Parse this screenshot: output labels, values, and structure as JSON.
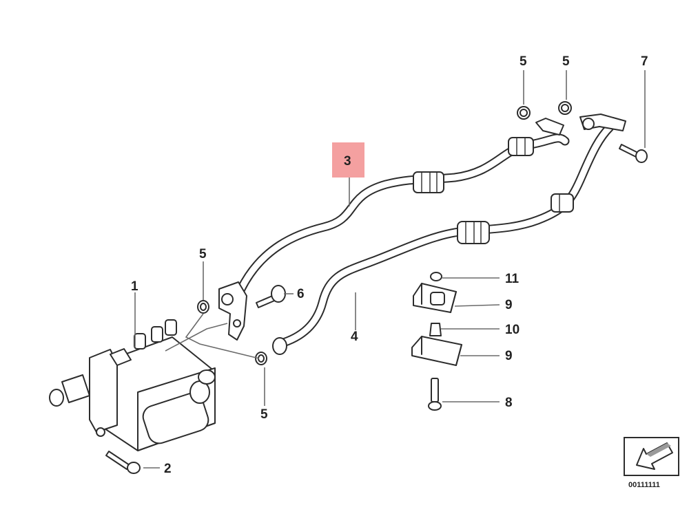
{
  "diagram": {
    "callouts": [
      {
        "id": "c1",
        "label": "1"
      },
      {
        "id": "c2",
        "label": "2"
      },
      {
        "id": "c3",
        "label": "3",
        "highlighted": true
      },
      {
        "id": "c4",
        "label": "4"
      },
      {
        "id": "c5a",
        "label": "5"
      },
      {
        "id": "c5b",
        "label": "5"
      },
      {
        "id": "c5c",
        "label": "5"
      },
      {
        "id": "c5d",
        "label": "5"
      },
      {
        "id": "c6",
        "label": "6"
      },
      {
        "id": "c7",
        "label": "7"
      },
      {
        "id": "c8",
        "label": "8"
      },
      {
        "id": "c9a",
        "label": "9"
      },
      {
        "id": "c9b",
        "label": "9"
      },
      {
        "id": "c10",
        "label": "10"
      },
      {
        "id": "c11",
        "label": "11"
      }
    ],
    "reference_code": "00111111",
    "colors": {
      "highlight": "#f4a0a0",
      "line": "#2c2c2c",
      "leader": "#6a6a6a"
    },
    "icons": {
      "direction_arrow": "arrow-down-left-icon"
    }
  }
}
